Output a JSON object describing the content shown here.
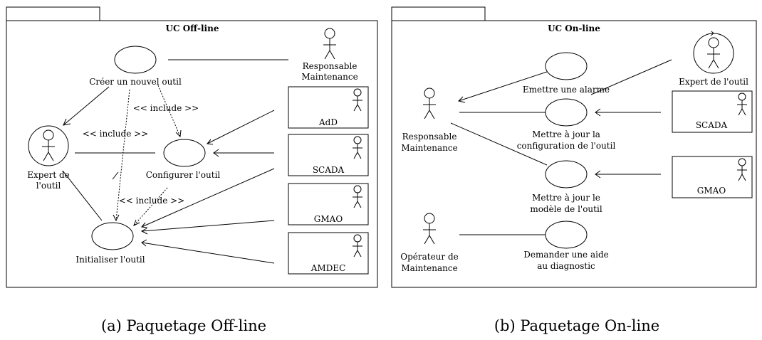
{
  "diagram_a": {
    "title": "UC Off-line",
    "caption": "(a) Paquetage Off-line",
    "actors": {
      "responsable": [
        "Responsable",
        "Maintenance"
      ],
      "expert": [
        "Expert de",
        "l'outil"
      ]
    },
    "systems": {
      "add": "AdD",
      "scada": "SCADA",
      "gmao": "GMAO",
      "amdec": "AMDEC"
    },
    "use_cases": {
      "creer": "Créer un nouvel outil",
      "configurer": "Configurer l'outil",
      "initialiser": "Initialiser l'outil"
    },
    "includes": {
      "i1": "<< include >>",
      "i2": "<< include >>",
      "i3": "<< include >>"
    }
  },
  "diagram_b": {
    "title": "UC On-line",
    "caption": "(b) Paquetage On-line",
    "actors": {
      "expert": "Expert de l'outil",
      "responsable": [
        "Responsable",
        "Maintenance"
      ],
      "operateur": [
        "Opérateur de",
        "Maintenance"
      ]
    },
    "systems": {
      "scada": "SCADA",
      "gmao": "GMAO"
    },
    "use_cases": {
      "alarme": "Emettre une alarme",
      "maj_config": [
        "Mettre à jour la",
        "configuration de l'outil"
      ],
      "maj_modele": [
        "Mettre à jour le",
        "modèle de l'outil"
      ],
      "aide": [
        "Demander une aide",
        "au diagnostic"
      ]
    }
  }
}
